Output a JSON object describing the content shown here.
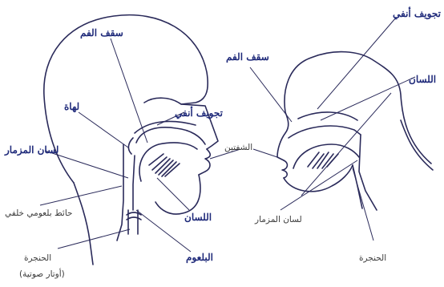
{
  "left_head": {
    "labels": {
      "palate": "سقف الفم",
      "uvula": "لهاة",
      "nasal_cavity": "تجويف أنفي",
      "epiglottis": "لسان المزمار",
      "pharynx_wall": "حائط بلعومي خلفي",
      "tongue": "اللسان",
      "pharynx": "البلعوم",
      "larynx": "الحنجرة",
      "vocal_cords": "(أوتار صوتية)"
    }
  },
  "center": {
    "lips": "الشفتين"
  },
  "right_head": {
    "labels": {
      "nasal_cavity": "تجويف أنفي",
      "palate": "سقف الفم",
      "tongue": "اللسان",
      "epiglottis": "لسان المزمار",
      "larynx": "الحنجرة"
    }
  },
  "colors": {
    "ink": "#1f2a7a",
    "line": "#2a2a5a",
    "text": "#3a3a3a"
  }
}
